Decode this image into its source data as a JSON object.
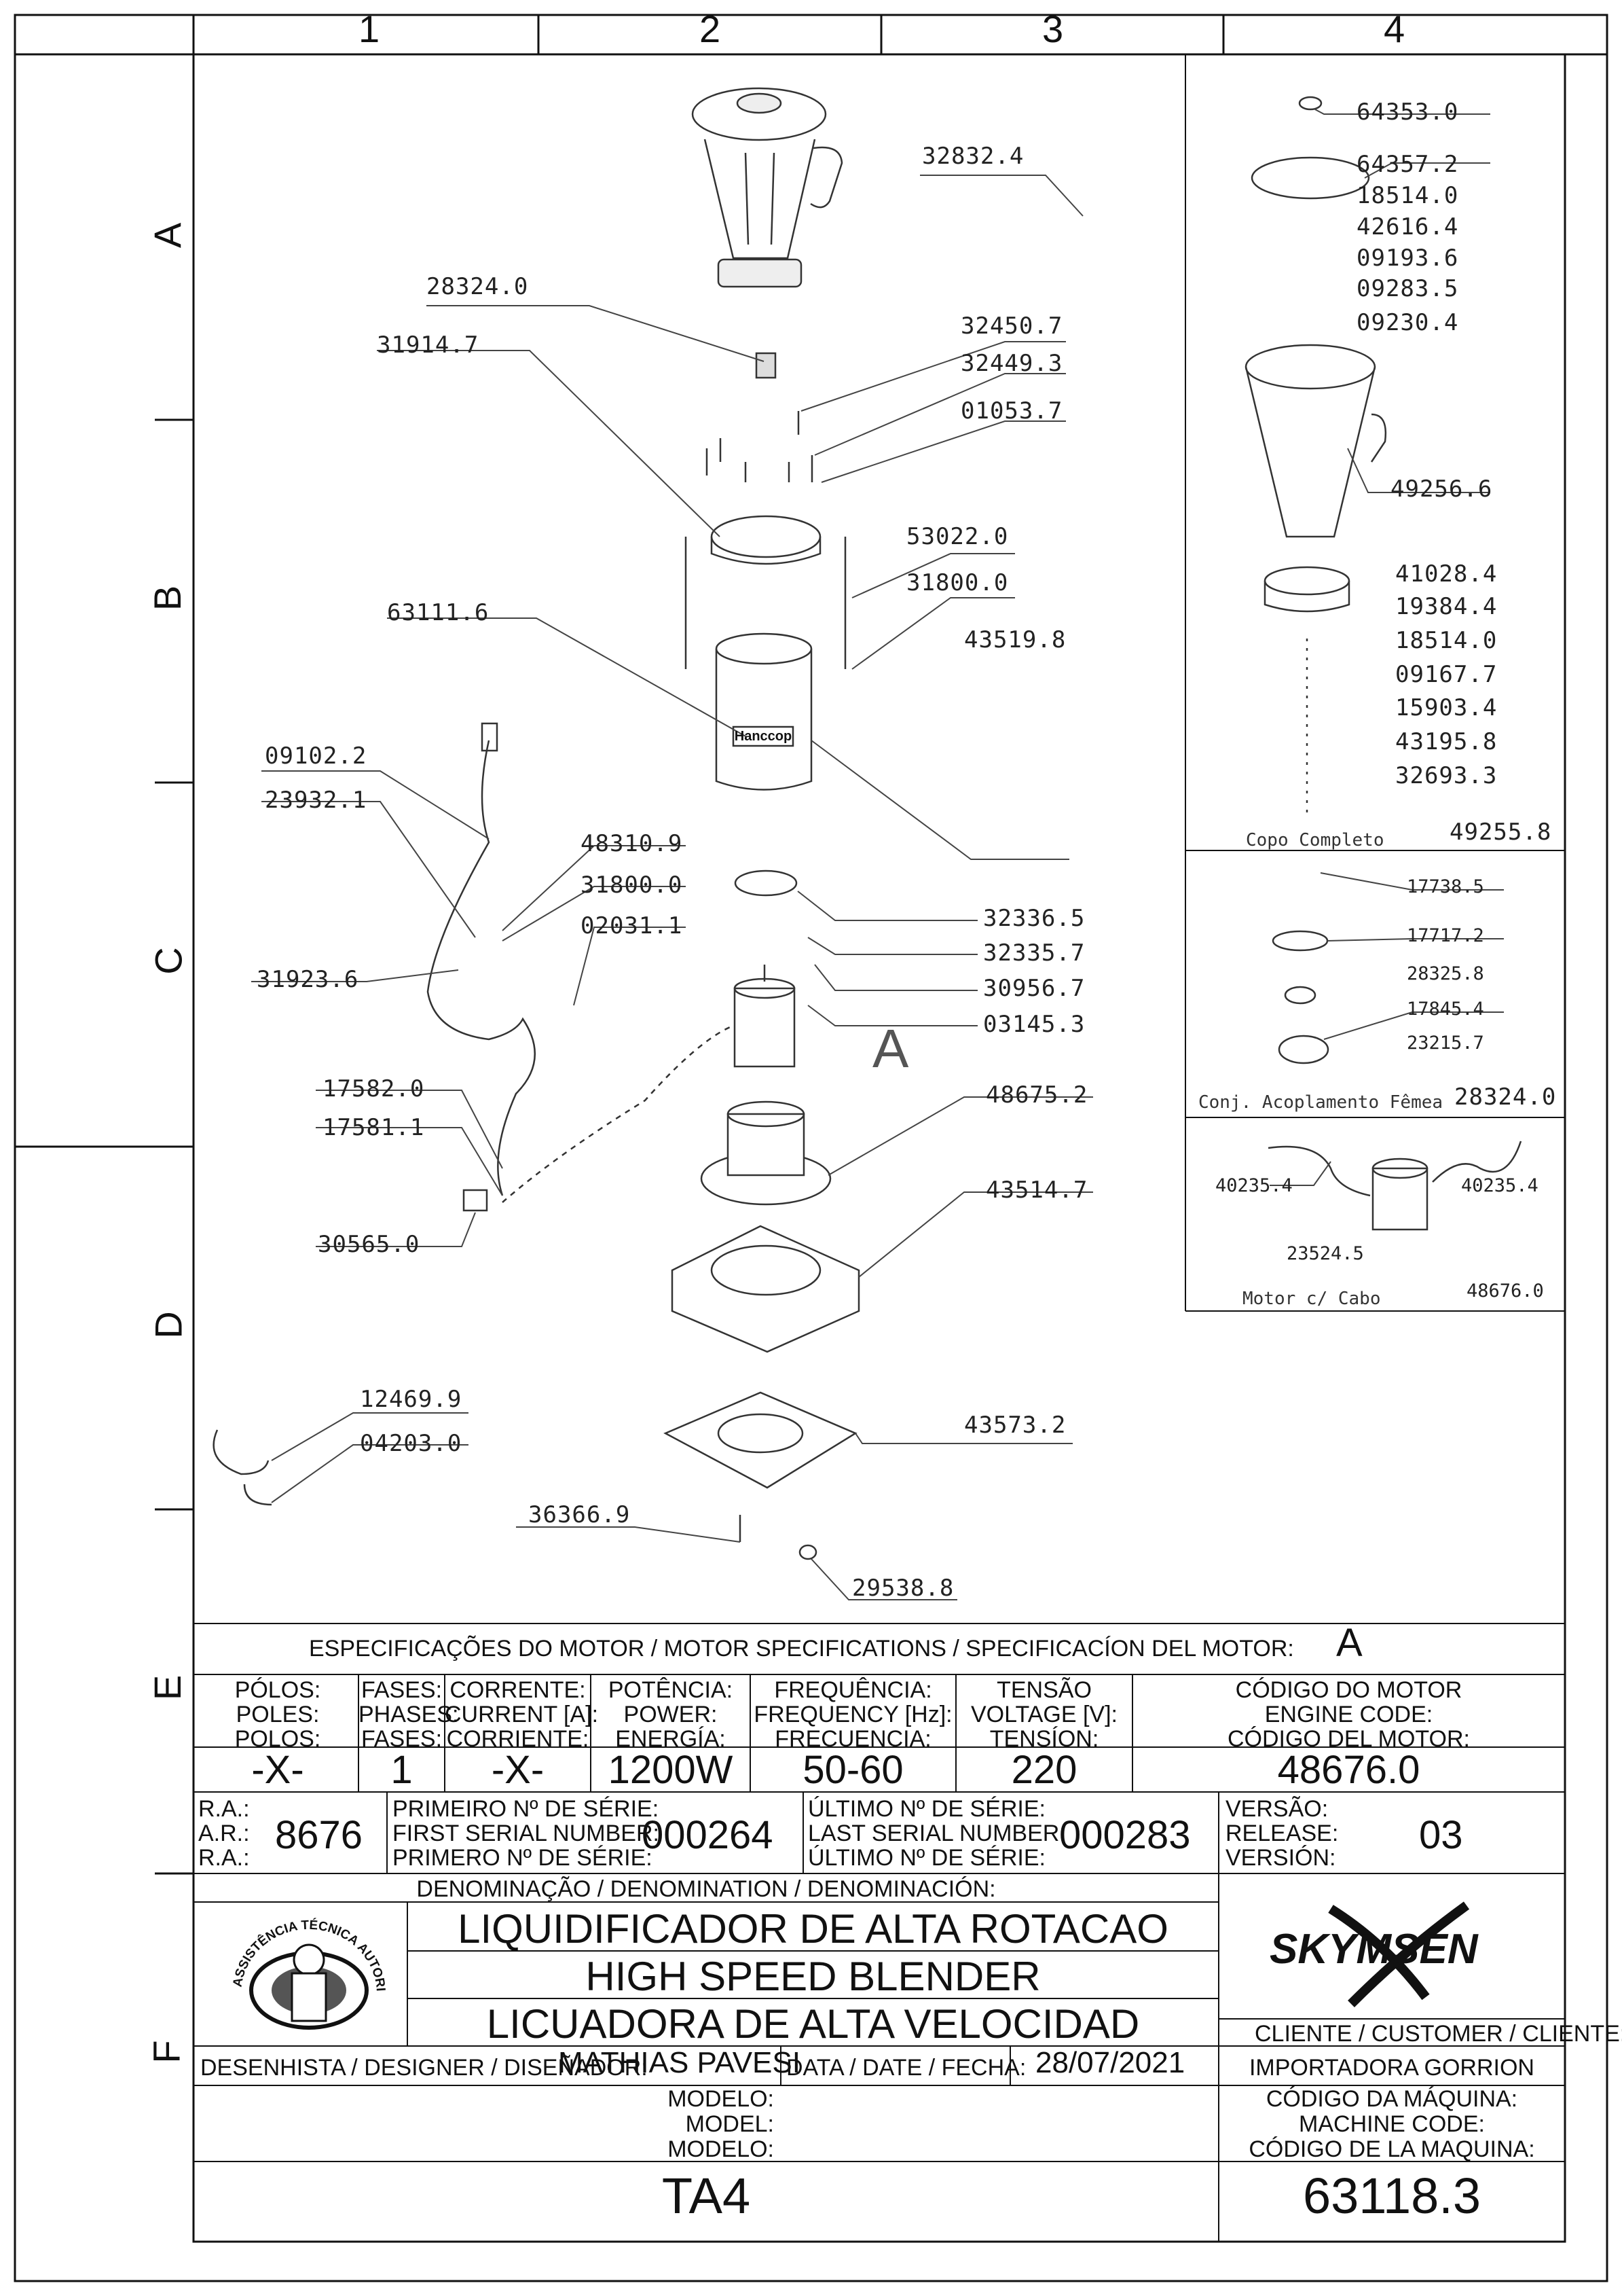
{
  "drawing": {
    "zone_columns": [
      "1",
      "2",
      "3",
      "4"
    ],
    "zone_rows": [
      "A",
      "B",
      "C",
      "D",
      "E",
      "F"
    ],
    "brand_label": "Hanccop",
    "detail_marker": "A"
  },
  "parts_main": [
    "32832.4",
    "28324.0",
    "31914.7",
    "32450.7",
    "32449.3",
    "01053.7",
    "53022.0",
    "31800.0",
    "63111.6",
    "43519.8",
    "09102.2",
    "23932.1",
    "48310.9",
    "31800.0",
    "02031.1",
    "31923.6",
    "32336.5",
    "32335.7",
    "30956.7",
    "03145.3",
    "48675.2",
    "17582.0",
    "17581.1",
    "43514.7",
    "30565.0",
    "12469.9",
    "04203.0",
    "43573.2",
    "36366.9",
    "29538.8"
  ],
  "copo_completo": {
    "parts": [
      "64353.0",
      "64357.2",
      "18514.0",
      "42616.4",
      "09193.6",
      "09283.5",
      "09230.4",
      "49256.6",
      "41028.4",
      "19384.4",
      "18514.0",
      "09167.7",
      "15903.4",
      "43195.8",
      "32693.3"
    ],
    "caption": "Copo Completo",
    "code": "49255.8"
  },
  "acoplamento": {
    "parts": [
      "17738.5",
      "17717.2",
      "28325.8",
      "17845.4",
      "23215.7"
    ],
    "caption": "Conj. Acoplamento Fêmea",
    "code": "28324.0"
  },
  "motor_cabo": {
    "parts": [
      "40235.4",
      "40235.4",
      "23524.5"
    ],
    "caption": "Motor c/ Cabo",
    "code": "48676.0"
  },
  "spec": {
    "header": "ESPECIFICAÇÕES DO MOTOR / MOTOR SPECIFICATIONS / SPECIFICACÍON DEL MOTOR:",
    "header_value": "A",
    "columns": [
      {
        "l1": "PÓLOS:",
        "l2": "POLES:",
        "l3": "POLOS:",
        "value": "-X-"
      },
      {
        "l1": "FASES:",
        "l2": "PHASES:",
        "l3": "FASES:",
        "value": "1"
      },
      {
        "l1": "CORRENTE:",
        "l2": "CURRENT [A]:",
        "l3": "CORRIENTE:",
        "value": "-X-"
      },
      {
        "l1": "POTÊNCIA:",
        "l2": "POWER:",
        "l3": "ENERGÍA:",
        "value": "1200W"
      },
      {
        "l1": "FREQUÊNCIA:",
        "l2": "FREQUENCY [Hz]:",
        "l3": "FRECUENCIA:",
        "value": "50-60"
      },
      {
        "l1": "TENSÃO",
        "l2": "VOLTAGE [V]:",
        "l3": "TENSÍON:",
        "value": "220"
      },
      {
        "l1": "CÓDIGO DO MOTOR",
        "l2": "ENGINE CODE:",
        "l3": "CÓDIGO DEL MOTOR:",
        "value": "48676.0"
      }
    ]
  },
  "serials": {
    "ra_l1": "R.A.:",
    "ra_l2": "A.R.:",
    "ra_l3": "R.A.:",
    "ra_value": "8676",
    "first_l1": "PRIMEIRO Nº DE SÉRIE:",
    "first_l2": "FIRST SERIAL NUMBER:",
    "first_l3": "PRIMERO Nº DE SÉRIE:",
    "first_value": "000264",
    "last_l1": "ÚLTIMO Nº DE SÉRIE:",
    "last_l2": "LAST SERIAL NUMBER:",
    "last_l3": "ÚLTIMO Nº DE SÉRIE:",
    "last_value": "000283",
    "ver_l1": "VERSÃO:",
    "ver_l2": "RELEASE:",
    "ver_l3": "VERSIÓN:",
    "ver_value": "03"
  },
  "title_block": {
    "denomination_label": "DENOMINAÇÃO / DENOMINATION / DENOMINACIÓN:",
    "name_pt": "LIQUIDIFICADOR DE ALTA ROTACAO",
    "name_en": "HIGH SPEED BLENDER",
    "name_es": "LICUADORA DE ALTA VELOCIDAD",
    "seal_text": "ASSISTÊNCIA TÉCNICA AUTORIZADA",
    "brand": "SKYMSEN",
    "client_label": "CLIENTE / CUSTOMER / CLIENTE:",
    "client_value": "IMPORTADORA GORRION",
    "designer_label": "DESENHISTA / DESIGNER / DISEÑADOR:",
    "designer_value": "MATHIAS PAVESI",
    "date_label": "DATA / DATE / FECHA:",
    "date_value": "28/07/2021",
    "model_l1": "MODELO:",
    "model_l2": "MODEL:",
    "model_l3": "MODELO:",
    "model_value": "TA4",
    "machine_l1": "CÓDIGO DA MÁQUINA:",
    "machine_l2": "MACHINE CODE:",
    "machine_l3": "CÓDIGO DE LA MAQUINA:",
    "machine_value": "63118.3"
  },
  "colors": {
    "line": "#222222",
    "leader": "#444444",
    "part": "#dddddd"
  }
}
